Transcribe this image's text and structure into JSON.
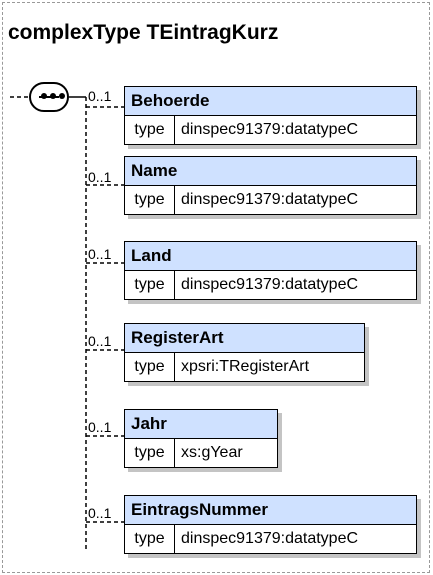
{
  "title": "complexType TEintragKurz",
  "type_label": "type",
  "elements": [
    {
      "name": "Behoerde",
      "type": "dinspec91379:datatypeC",
      "multiplicity": "0..1"
    },
    {
      "name": "Name",
      "type": "dinspec91379:datatypeC",
      "multiplicity": "0..1"
    },
    {
      "name": "Land",
      "type": "dinspec91379:datatypeC",
      "multiplicity": "0..1"
    },
    {
      "name": "RegisterArt",
      "type": "xpsri:TRegisterArt",
      "multiplicity": "0..1"
    },
    {
      "name": "Jahr",
      "type": "xs:gYear",
      "multiplicity": "0..1"
    },
    {
      "name": "EintragsNummer",
      "type": "dinspec91379:datatypeC",
      "multiplicity": "0..1"
    }
  ]
}
